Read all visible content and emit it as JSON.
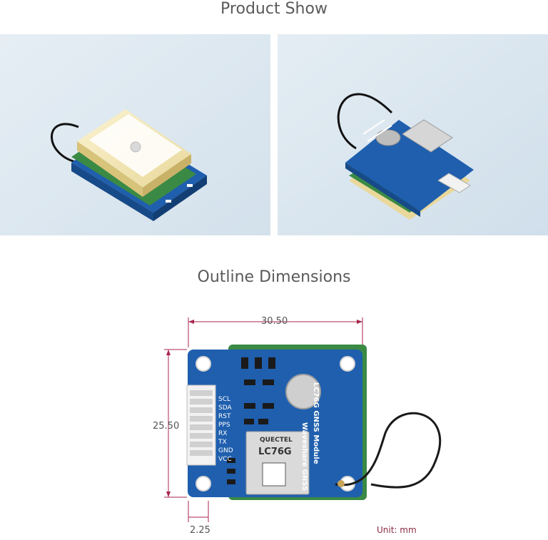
{
  "sections": {
    "product_show_title": "Product Show",
    "outline_title": "Outline Dimensions"
  },
  "dimensions": {
    "width": "30.50",
    "height": "25.50",
    "offset": "2.25",
    "unit": "Unit: mm"
  },
  "board": {
    "brand": "Waveshare GNSS",
    "model": "LC76G GNSS Module",
    "chip_brand": "QUECTEL",
    "chip_model": "LC76G",
    "pins": [
      "SCL",
      "SDA",
      "RST",
      "PPS",
      "RX",
      "TX",
      "GND",
      "VCC"
    ]
  },
  "colors": {
    "pcb_blue": "#1f5fae",
    "pcb_green": "#3a8a45",
    "dimension_line": "#a8264c",
    "photo_bg": "#dfe9f1"
  }
}
